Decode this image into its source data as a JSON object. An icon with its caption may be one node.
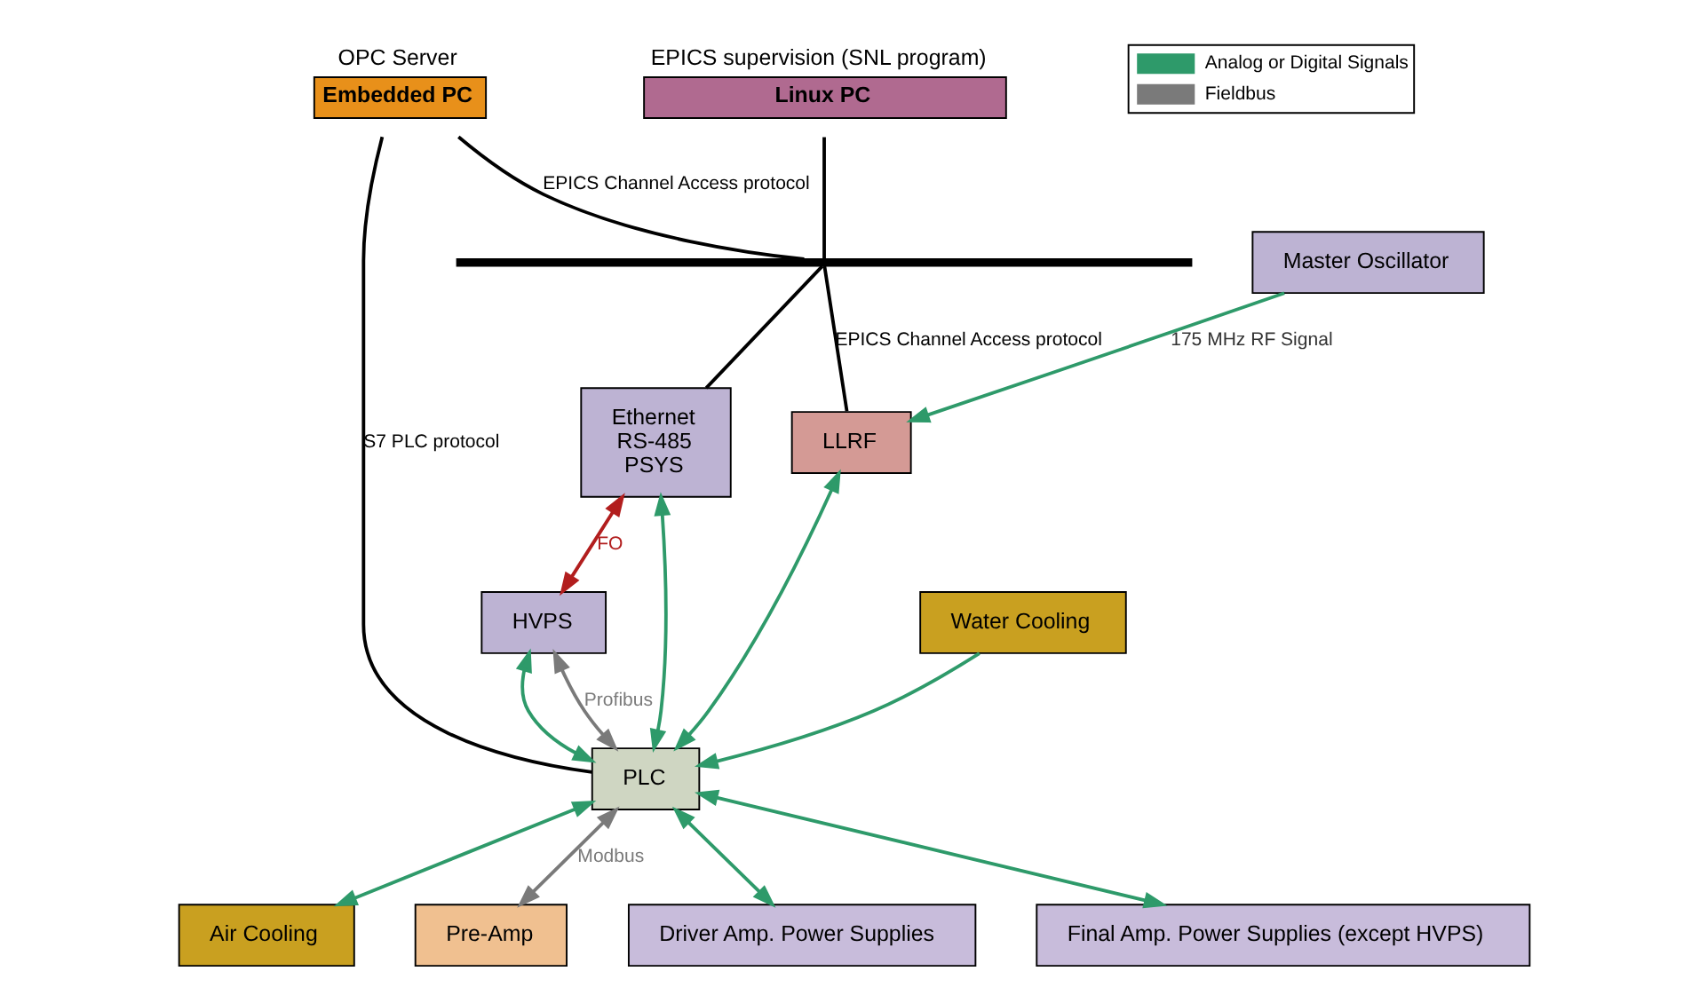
{
  "diagram": {
    "nodes": [
      {
        "text": [
          "Linux PC"
        ],
        "beside": [
          "EPICS supervision (SNL program)"
        ]
      },
      {
        "text": [
          "Embedded PC"
        ],
        "beside": [
          "OPC Server"
        ]
      },
      {
        "text": [
          "Ethernet",
          "RS-485",
          "PSYS"
        ]
      },
      {
        "text": [
          "HVPS"
        ]
      },
      {
        "text": [
          "Master Oscillator"
        ]
      },
      {
        "text": [
          "LLRF"
        ]
      },
      {
        "text": [
          "PLC"
        ]
      },
      {
        "text": [
          "Air Cooling"
        ]
      },
      {
        "text": [
          "Water Cooling"
        ]
      },
      {
        "text": [
          "Pre-Amp"
        ]
      },
      {
        "text": [
          "Driver Amp. Power Supplies"
        ]
      },
      {
        "text": [
          "Final Amp. Power Supplies (except HVPS)"
        ]
      },
      {
        "text": [],
        "shape": "bar"
      }
    ],
    "edges": [
      {
        "from": 0,
        "to": 12,
        "arrow": "none",
        "color": "#000000"
      },
      {
        "from": 1,
        "to": 12,
        "arrow": "none",
        "color": "#000000",
        "label": "EPICS Channel Access protocol"
      },
      {
        "from": 12,
        "to": 2,
        "arrow": "none",
        "color": "#000000"
      },
      {
        "from": 12,
        "to": 5,
        "arrow": "none",
        "color": "#000000",
        "label": "EPICS Channel Access protocol"
      },
      {
        "from": 1,
        "to": 6,
        "arrow": "none",
        "color": "#000000",
        "label": "S7 PLC protocol"
      },
      {
        "from": 2,
        "to": 3,
        "arrow": "both",
        "color": "#b21e1e",
        "label": "FO"
      },
      {
        "from": 2,
        "to": 6,
        "arrow": "both"
      },
      {
        "from": 3,
        "to": 6,
        "arrow": "both"
      },
      {
        "from": 3,
        "to": 6,
        "arrow": "both",
        "color": "#7a7a7a",
        "label": "Profibus"
      },
      {
        "from": 4,
        "to": 5,
        "arrow": "to",
        "label": "175 MHz RF Signal"
      },
      {
        "from": 5,
        "to": 6,
        "arrow": "both"
      },
      {
        "from": 6,
        "to": 7,
        "arrow": "both"
      },
      {
        "from": 8,
        "to": 6,
        "arrow": "to"
      },
      {
        "from": 6,
        "to": 9,
        "arrow": "both",
        "color": "#7a7a7a",
        "label": "Modbus"
      },
      {
        "from": 6,
        "to": 10,
        "arrow": "both"
      },
      {
        "from": 6,
        "to": 11,
        "arrow": "both"
      }
    ],
    "legend": [
      {
        "text": "Analog or Digital Signals"
      },
      {
        "text": "Fieldbus"
      }
    ]
  }
}
